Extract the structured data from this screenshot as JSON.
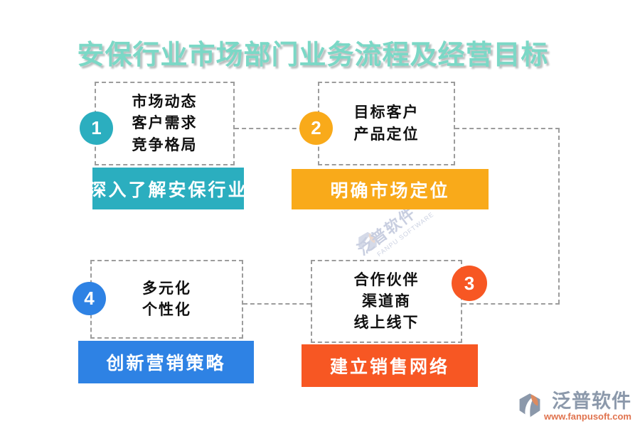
{
  "title": "安保行业市场部门业务流程及经营目标",
  "steps": [
    {
      "number": "1",
      "color": "#2baebf",
      "keywords": [
        "市场动态",
        "客户需求",
        "竞争格局"
      ],
      "action": "深入了解安保行业"
    },
    {
      "number": "2",
      "color": "#f9aa1a",
      "keywords": [
        "目标客户",
        "产品定位"
      ],
      "action": "明确市场定位"
    },
    {
      "number": "3",
      "color": "#f75723",
      "keywords": [
        "合作伙伴",
        "渠道商",
        "线上线下"
      ],
      "action": "建立销售网络"
    },
    {
      "number": "4",
      "color": "#2e82e4",
      "keywords": [
        "多元化",
        "个性化"
      ],
      "action": "创新营销策略"
    }
  ],
  "watermark": {
    "name": "泛普软件",
    "subtitle": "FANPU SOFTWARE"
  },
  "footer": {
    "brand": "泛普软件",
    "url": "www.fanpusoft.com"
  },
  "colors": {
    "title": "#7bd8c6",
    "dashed_line": "#9c9c9c",
    "keyword_text": "#111111",
    "footer_brand": "#8c99ab",
    "footer_url": "#e0734e",
    "watermark": "#c8cee0"
  }
}
